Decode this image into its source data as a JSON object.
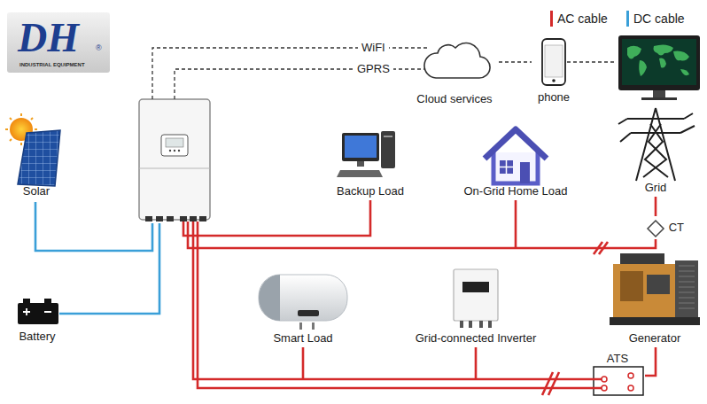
{
  "diagram": {
    "nodes": [
      {
        "text": [
          "Cloud services"
        ]
      },
      {
        "text": [
          "phone"
        ]
      },
      {
        "text": [
          "Solar"
        ]
      },
      {
        "text": [
          "Backup Load"
        ]
      },
      {
        "text": [
          "On-Grid Home Load"
        ]
      },
      {
        "text": [
          "Grid"
        ]
      },
      {
        "text": [
          "CT"
        ]
      },
      {
        "text": [
          "Battery"
        ]
      },
      {
        "text": [
          "Smart Load"
        ]
      },
      {
        "text": [
          "Grid-connected Inverter"
        ]
      },
      {
        "text": [
          "Generator"
        ]
      },
      {
        "text": [
          "ATS"
        ]
      }
    ],
    "edges": [
      {
        "from": 0,
        "to": 1,
        "arrow": "none"
      },
      {
        "from": 5,
        "to": 6,
        "arrow": "none"
      },
      {
        "from": 10,
        "to": 11,
        "arrow": "none"
      }
    ],
    "labels": [
      "DH",
      "®",
      "INDUSTRIAL EQUIPMENT",
      "WiFI",
      "GPRS"
    ],
    "legend": [
      {
        "text": "AC cable",
        "color": "#d42a2a"
      },
      {
        "text": "DC cable",
        "color": "#3a9fd8"
      }
    ]
  }
}
